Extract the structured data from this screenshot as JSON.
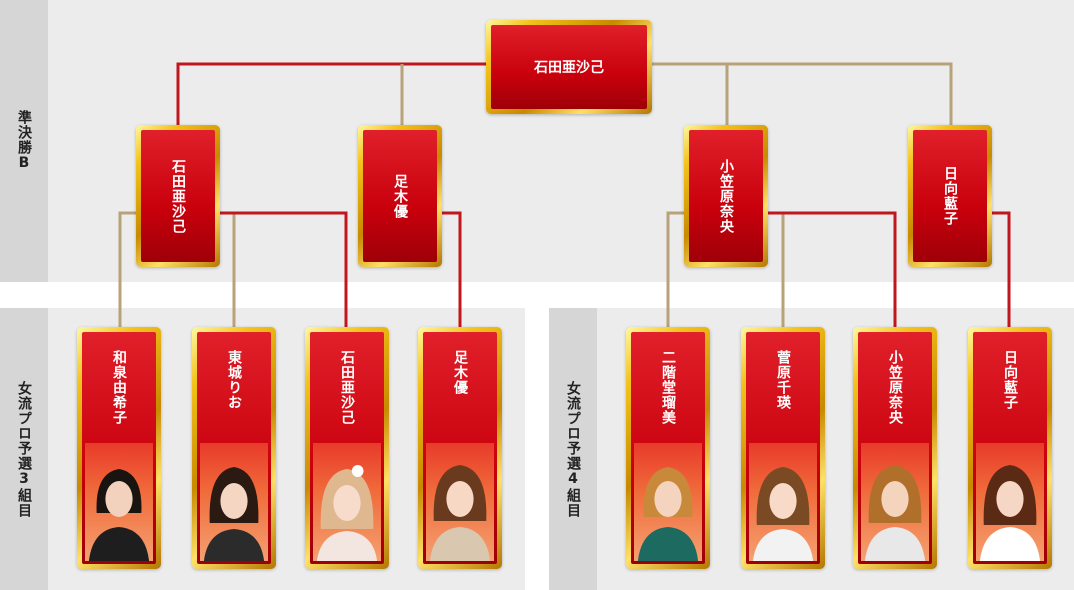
{
  "semifinal": {
    "label": "準決勝B",
    "winner": "石田亜沙己",
    "finalists": [
      "石田亜沙己",
      "足木優",
      "小笠原奈央",
      "日向藍子"
    ]
  },
  "group3": {
    "label": "女流プロ予選3組目",
    "players": [
      "和泉由希子",
      "東城りお",
      "石田亜沙己",
      "足木優"
    ]
  },
  "group4": {
    "label": "女流プロ予選4組目",
    "players": [
      "二階堂瑠美",
      "菅原千瑛",
      "小笠原奈央",
      "日向藍子"
    ]
  },
  "colors": {
    "winner_line": "#c0161d",
    "loser_line": "#b8a27a"
  }
}
